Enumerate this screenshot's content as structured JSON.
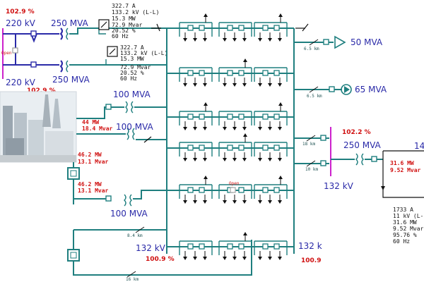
{
  "colors": {
    "bus": "#1f7f7f",
    "hv_bus": "#2a2aa8",
    "busbar": "#cc22cc",
    "value_red": "#d01010",
    "label_blue": "#2a2aa8"
  },
  "hv": {
    "top_pct": "102.9 %",
    "top_kv": "220 kV",
    "top_mva": "250 MVA",
    "open_label": "Open",
    "bottom_kv": "220 kV",
    "bottom_mva": "250 MVA",
    "bottom_pct": "102.9 %"
  },
  "readout1": {
    "lines": [
      "322.7 A",
      "133.2 kV (L-L)",
      "15.3 MW",
      "72.9 Mvar",
      "20.52 %",
      "60 Hz"
    ]
  },
  "readout2": {
    "lines": [
      "322.7 A",
      "133.2 kV (L-L)",
      "15.3 MW",
      "72.9 Mvar",
      "20.52 %",
      "60 Hz"
    ]
  },
  "loads": {
    "l50": {
      "mva": "50 MVA",
      "km": "6.5 km"
    },
    "l65": {
      "mva": "65 MVA",
      "km": "6.5 km"
    }
  },
  "gen": {
    "t1": "100 MVA",
    "t2_mw": "44 MW",
    "t2_mvar": "18.4 Mvar",
    "t2": "100 MVA",
    "g1_mw": "46.2 MW",
    "g1_mvar": "13.1 Mvar",
    "g2_mw": "46.2 MW",
    "g2_mvar": "13.1 Mvar",
    "t3": "100 MVA"
  },
  "lower": {
    "km_top": "8.4 km",
    "kv_left": "132 kV",
    "pct_left": "100.9 %",
    "km_bottom": "16 km",
    "kv_right": "132 k",
    "pct_right": "100.9"
  },
  "mid": {
    "open_label": "Open",
    "km_a": "18 km",
    "km_b": "10 km",
    "bus_pct": "102.2 %",
    "t_mva": "250 MVA",
    "kv": "132 kV"
  },
  "right": {
    "partial_label": "14",
    "mw": "31.6 MW",
    "mvar": "9.52 Mvar",
    "readout": [
      "1733 A",
      "11 kV (L-",
      "31.6 MW",
      "9.52 Mvar",
      "95.76 %",
      "60 Hz"
    ]
  }
}
